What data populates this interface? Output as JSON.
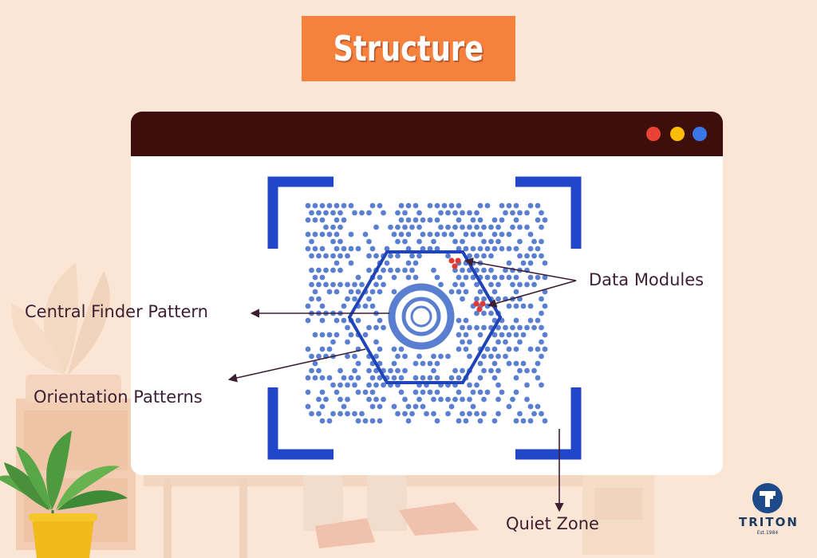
{
  "title": "Structure",
  "labels": {
    "data_modules": "Data Modules",
    "central_finder": "Central Finder Pattern",
    "orientation": "Orientation Patterns",
    "quiet_zone": "Quiet Zone"
  },
  "logo": {
    "name": "TRITON",
    "established": "Est.1984"
  },
  "window_controls": [
    "close-dot",
    "minimize-dot",
    "maximize-dot"
  ],
  "colors": {
    "title_background": "#f5813d",
    "window_titlebar": "#3d0e0c",
    "code_blue": "#5a7fd0",
    "hexagon_outline": "#1f43b8",
    "corner_brackets": "#2047c9",
    "highlight_modules": "#e03b32",
    "dot_red": "#ea4335",
    "dot_yellow": "#fbbc05",
    "dot_blue": "#3b78e7",
    "label_text": "#3d1f33",
    "page_background": "#fbe6d6"
  }
}
